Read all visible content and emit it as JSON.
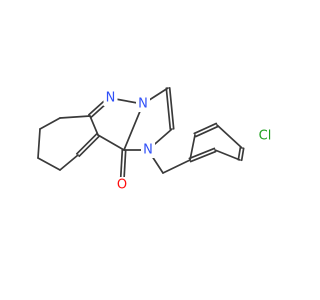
{
  "molecule": {
    "atoms": {
      "n_ring": "N",
      "n_bridge": "N",
      "n_amide": "N",
      "o_carbonyl": "O",
      "cl": "Cl"
    },
    "colors": {
      "bond": "#3a3a3a",
      "nitrogen": "#3050f8",
      "oxygen": "#ff0d0d",
      "chlorine": "#1fa01f"
    }
  }
}
